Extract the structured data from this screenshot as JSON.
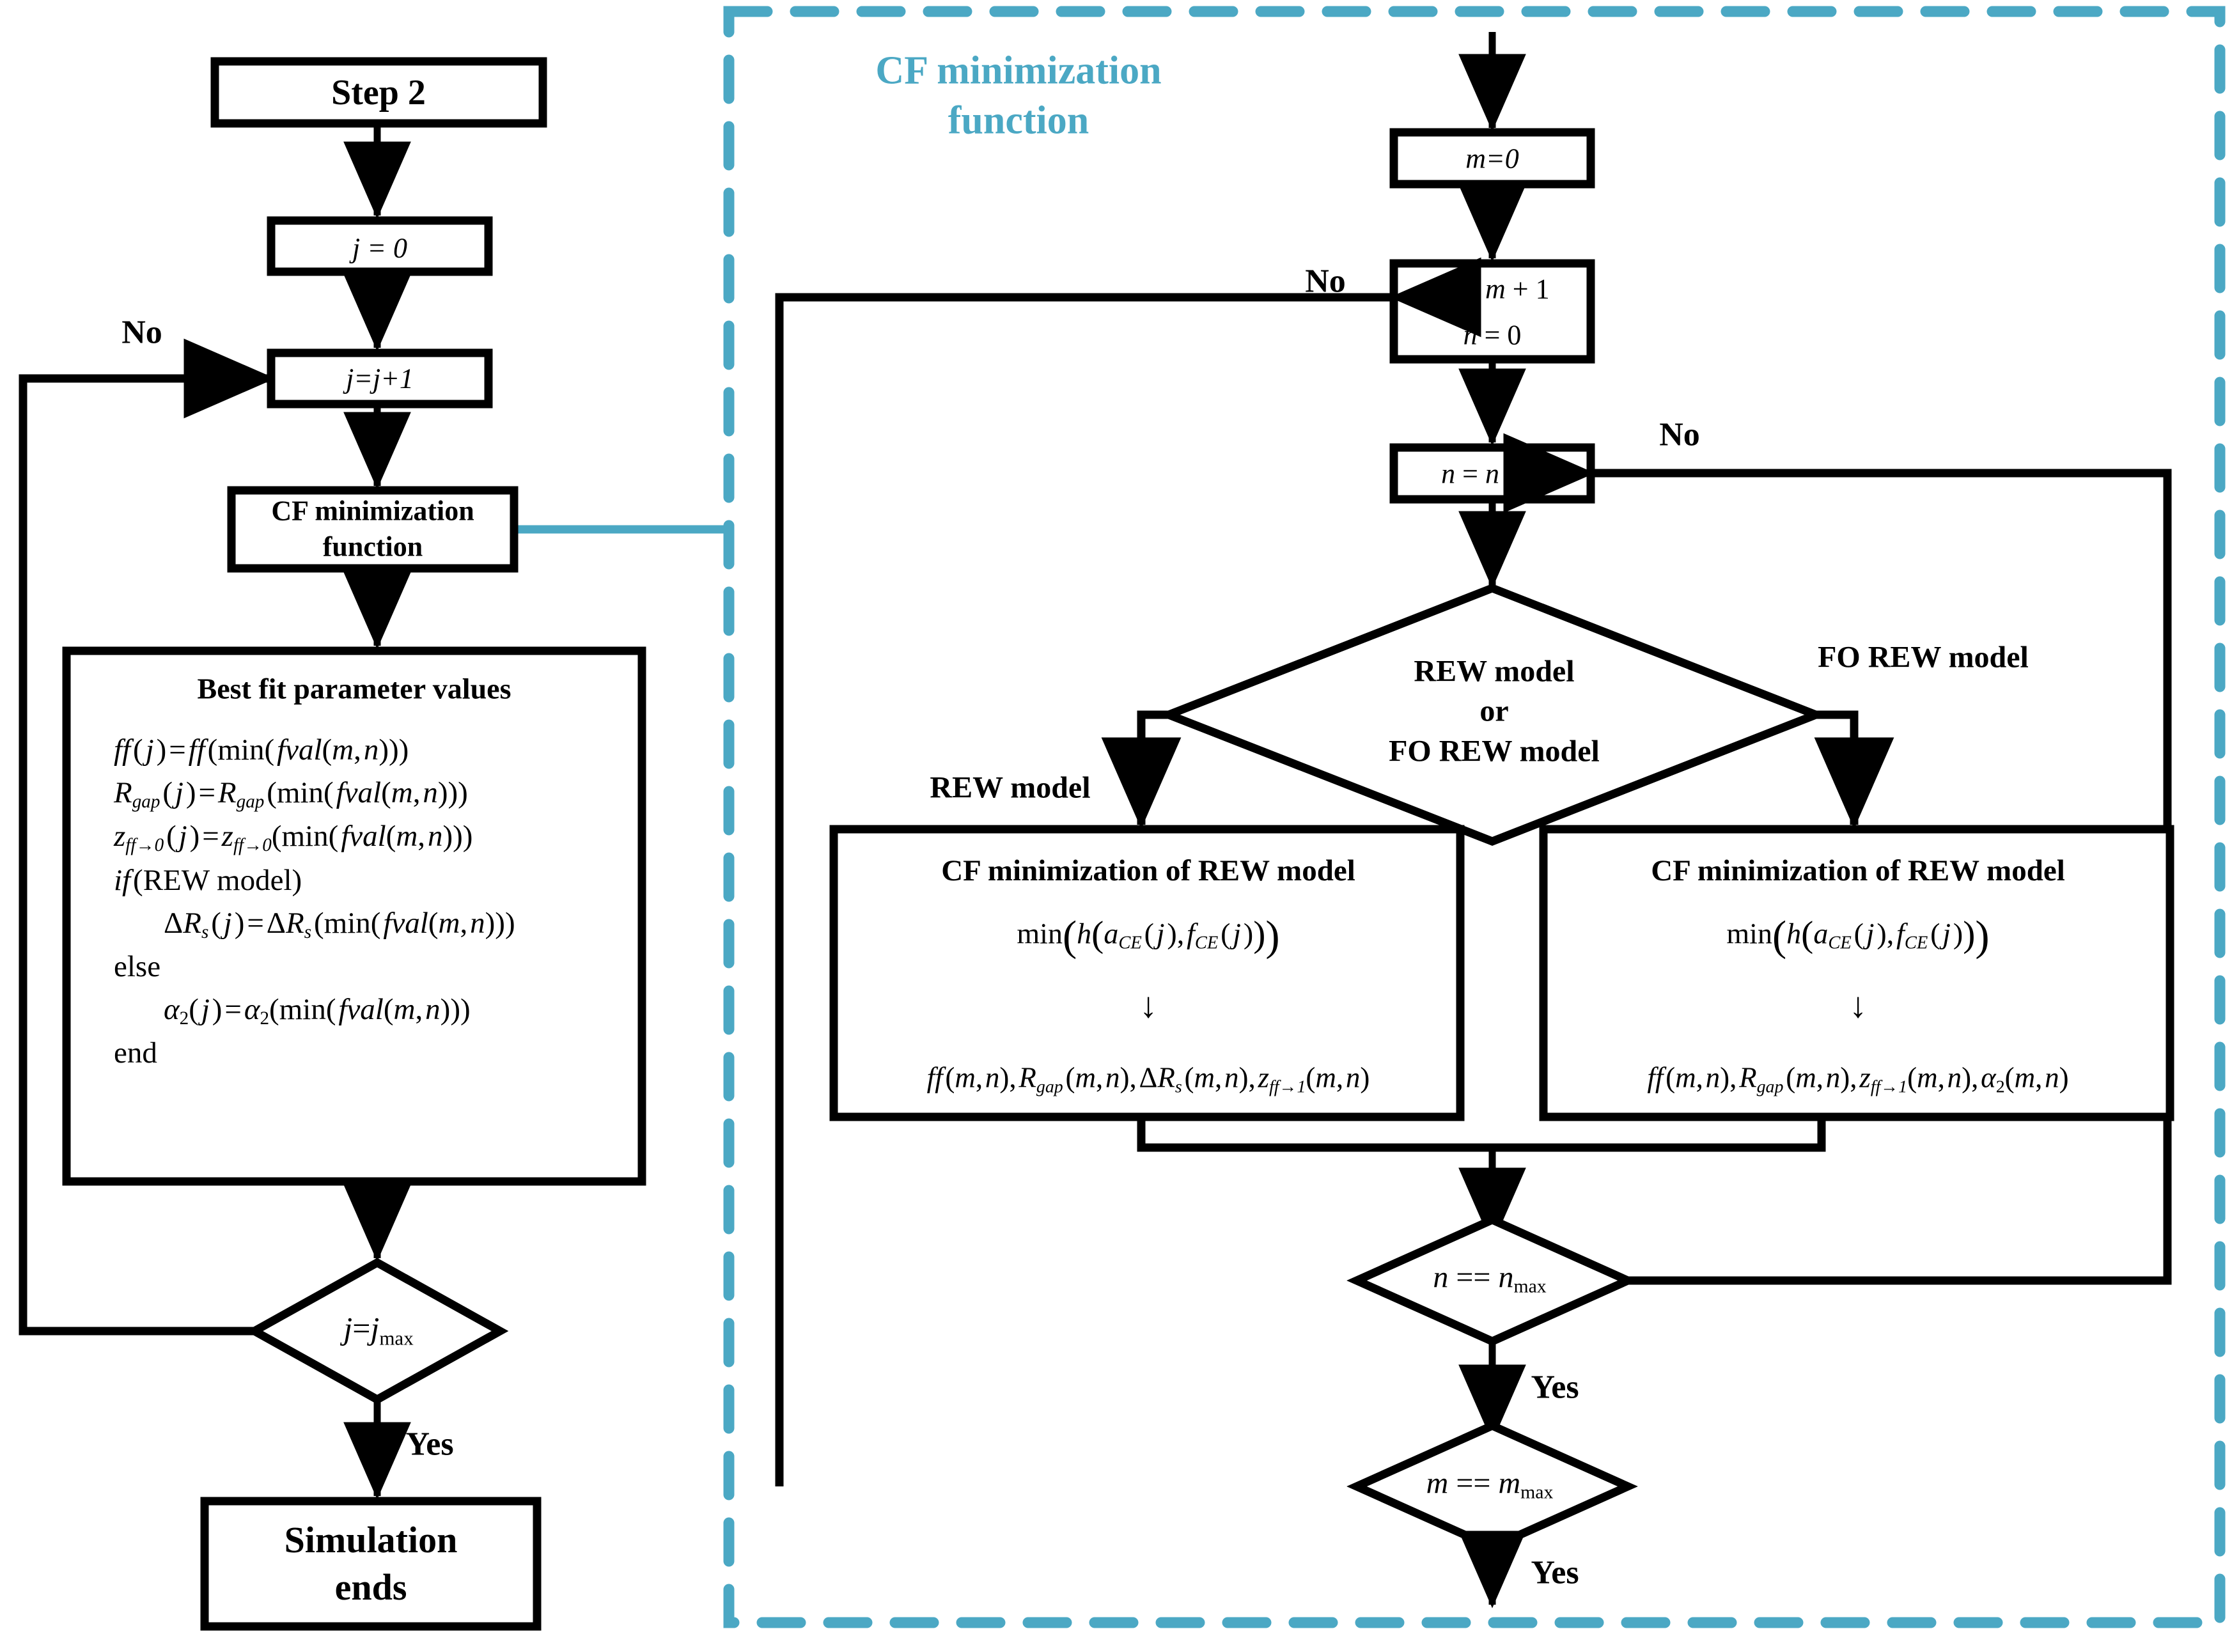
{
  "colors": {
    "accent_teal": "#4BA8C4",
    "stroke": "#000000",
    "background": "#FFFFFF"
  },
  "panel": {
    "title_line1": "CF minimization",
    "title_line2": "function"
  },
  "left_flow": {
    "step2": "Step 2",
    "j_init": "j = 0",
    "j_incr": "j=j+1",
    "no_label": "No",
    "cf_box_line1": "CF minimization",
    "cf_box_line2": "function",
    "best_fit": {
      "title": "Best fit parameter values",
      "lines": [
        "ff ( j ) = ff (min( fval(m, n)))",
        "Rgap ( j ) = Rgap (min( fval(m, n)))",
        "zff→0 ( j ) = zff→0 (min( fval(m, n)))",
        "if (REW model)",
        "ΔRs ( j ) = ΔRs (min( fval(m, n)))",
        "else",
        "α2 ( j ) = α2 (min( fval(m, n)))",
        "end"
      ]
    },
    "decision_j": "j==jmax",
    "yes_label": "Yes",
    "end_line1": "Simulation",
    "end_line2": "ends"
  },
  "right_flow": {
    "m_init": "m=0",
    "m_incr": "m = m + 1",
    "n_init": "n = 0",
    "n_incr": "n = n + 1",
    "no_label_m": "No",
    "no_label_n": "No",
    "model_decision": {
      "line1": "REW model",
      "line2": "or",
      "line3": "FO REW model"
    },
    "branch_left_label": "REW model",
    "branch_right_label": "FO REW model",
    "left_box": {
      "title": "CF minimization of REW model",
      "objective": "min(h(aCE ( j ), fCE ( j )))",
      "arrow": "↓",
      "outputs": "ff (m, n), Rgap (m, n), ΔRs (m, n), zff→1(m, n)"
    },
    "right_box": {
      "title": "CF minimization of REW model",
      "objective": "min(h(aCE ( j ), fCE ( j )))",
      "arrow": "↓",
      "outputs": "ff (m, n), Rgap (m, n), zff→1(m, n), α2(m, n)"
    },
    "decision_n": "n == nmax",
    "decision_m": "m == mmax",
    "yes_label_n": "Yes",
    "yes_label_m": "Yes"
  }
}
